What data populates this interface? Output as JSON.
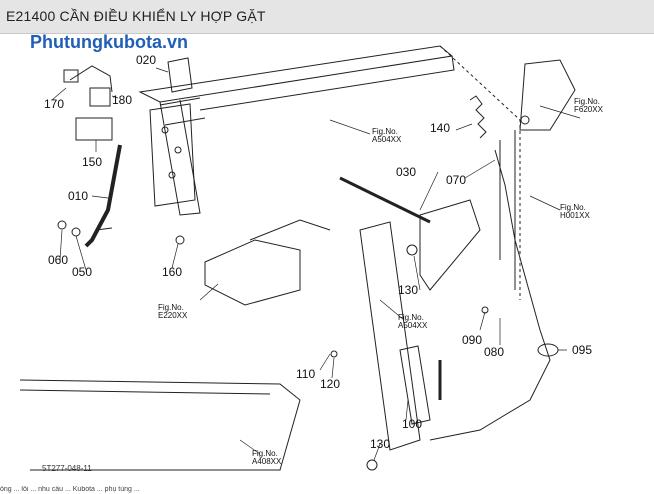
{
  "header": {
    "title": "E21400 CẦN ĐIỀU KHIỂN LY HỢP GẶT"
  },
  "watermark": "Phutungkubota.vn",
  "diagram_code": "5T277-048-11",
  "footer_text": "ồng ... lỗi ... nhu cầu ... Kubota ... phụ tùng ...",
  "part_labels": [
    {
      "text": "020"
    },
    {
      "text": "170"
    },
    {
      "text": "180"
    },
    {
      "text": "150"
    },
    {
      "text": "010"
    },
    {
      "text": "060"
    },
    {
      "text": "050"
    },
    {
      "text": "160"
    },
    {
      "text": "030"
    },
    {
      "text": "140"
    },
    {
      "text": "070"
    },
    {
      "text": "130"
    },
    {
      "text": "090"
    },
    {
      "text": "080"
    },
    {
      "text": "095"
    },
    {
      "text": "110"
    },
    {
      "text": "120"
    },
    {
      "text": "100"
    },
    {
      "text": "130"
    }
  ],
  "fig_refs": [
    {
      "line1": "Fig.No.",
      "line2": "A504XX"
    },
    {
      "line1": "Fig.No.",
      "line2": "F620XX"
    },
    {
      "line1": "Fig.No.",
      "line2": "H001XX"
    },
    {
      "line1": "Fig.No.",
      "line2": "E220XX"
    },
    {
      "line1": "Fig.No.",
      "line2": "A504XX"
    },
    {
      "line1": "Fig.No.",
      "line2": "A408XX"
    }
  ]
}
